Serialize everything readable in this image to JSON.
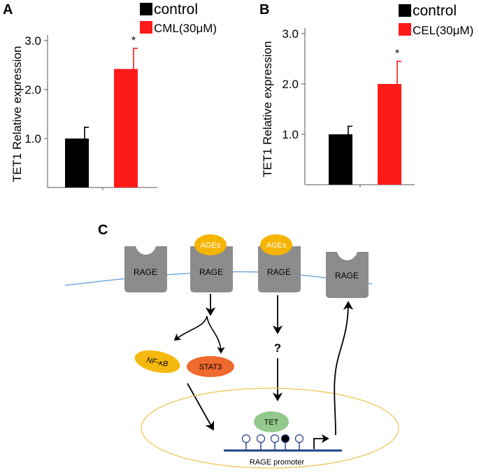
{
  "panel_labels": {
    "a": "A",
    "b": "B",
    "c": "C"
  },
  "colors": {
    "control": "#000000",
    "treatment": "#ff1a1a",
    "receptor": "#8c8c8c",
    "ages": "#f4b400",
    "nfkb": "#f5b80f",
    "stat3": "#ef6a2e",
    "tet": "#93c98c",
    "membrane": "#5b9bd5",
    "nucleus": "#f0c24a",
    "promoter": "#1f3f8c"
  },
  "chart_data": [
    {
      "type": "bar",
      "panel": "A",
      "categories": [
        "control",
        "CML(30μM)"
      ],
      "values": [
        1.0,
        2.42
      ],
      "errors": [
        0.23,
        0.42
      ],
      "significance": [
        "",
        "*"
      ],
      "ylabel": "TET1 Relative expression",
      "yticks": [
        "1.0",
        "2.0",
        "3.0"
      ],
      "ylim": [
        0,
        3.0
      ],
      "legend": [
        "control",
        "CML(30μM)"
      ]
    },
    {
      "type": "bar",
      "panel": "B",
      "categories": [
        "control",
        "CEL(30μM)"
      ],
      "values": [
        1.0,
        2.0
      ],
      "errors": [
        0.16,
        0.45
      ],
      "significance": [
        "",
        "*"
      ],
      "ylabel": "TET1 Relative expression",
      "yticks": [
        "1.0",
        "2.0",
        "3.0"
      ],
      "ylim": [
        0,
        3.0
      ],
      "legend": [
        "control",
        "CEL(30μM)"
      ]
    }
  ],
  "diagram": {
    "receptors": [
      "RAGE",
      "RAGE",
      "RAGE",
      "RAGE"
    ],
    "ligands": [
      "AGEs",
      "AGEs"
    ],
    "nfkb": "NF-κB",
    "stat3": "STAT3",
    "unknown": "?",
    "tet": "TET",
    "promoter": "RAGE promoter",
    "cpg_methylated": [
      false,
      false,
      false,
      true,
      false
    ]
  }
}
